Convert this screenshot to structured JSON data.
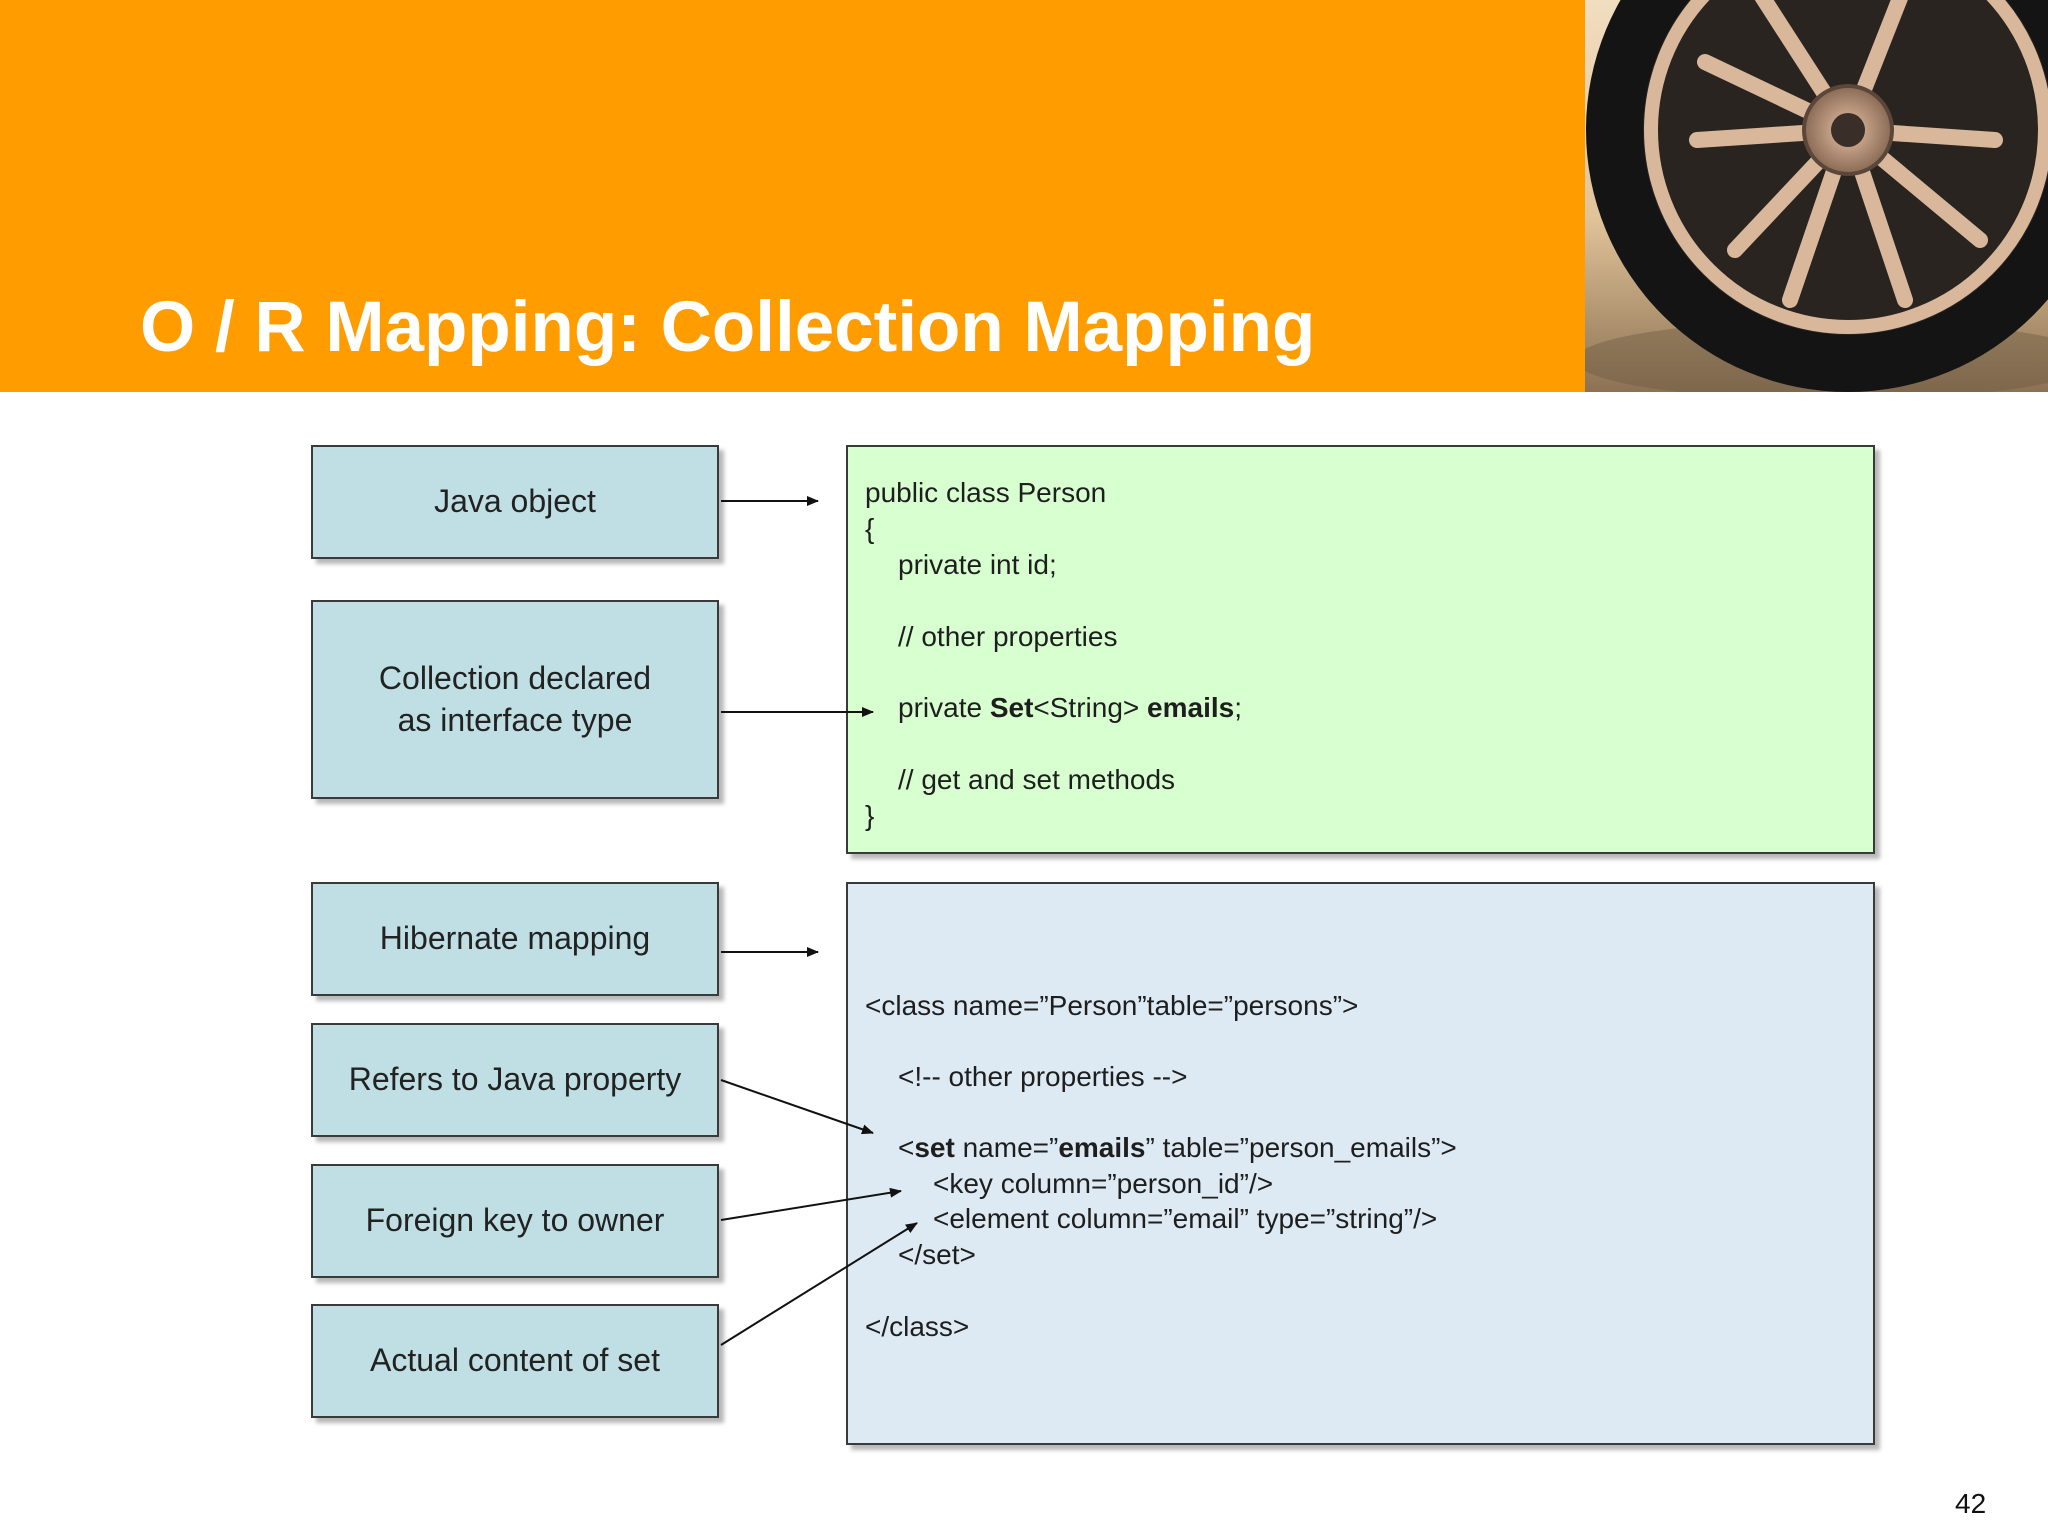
{
  "slide": {
    "title": "O / R Mapping: Collection Mapping",
    "page_number": "42"
  },
  "colors": {
    "header": "#ff9c00",
    "label_box": "#bfdfe4",
    "java_code_bg": "#d8ffd0",
    "mapping_code_bg": "#deeaf3"
  },
  "labels": {
    "java_object": "Java object",
    "collection_line1": "Collection declared",
    "collection_line2": "as interface type",
    "hibernate_mapping": "Hibernate mapping",
    "refers_property": "Refers to Java property",
    "foreign_key": "Foreign key to owner",
    "actual_content": "Actual content of set"
  },
  "java_code": {
    "l1": "public class Person",
    "l2": "{",
    "l3": "private int id;",
    "l4": "// other properties",
    "l5_a": "private ",
    "l5_b": "Set",
    "l5_c": "<String> ",
    "l5_d": "emails",
    "l5_e": ";",
    "l6": "// get and set methods",
    "l7": "}"
  },
  "mapping_code": {
    "l1": "<class name=”Person”table=”persons”>",
    "l2": "<!-- other properties -->",
    "l3_a": "<",
    "l3_b": "set",
    "l3_c": " name=”",
    "l3_d": "emails",
    "l3_e": "” table=”person_emails”>",
    "l4": "<key column=”person_id”/>",
    "l5": "<element column=”email” type=”string”/>",
    "l6": "</set>",
    "l7": "</class>"
  }
}
